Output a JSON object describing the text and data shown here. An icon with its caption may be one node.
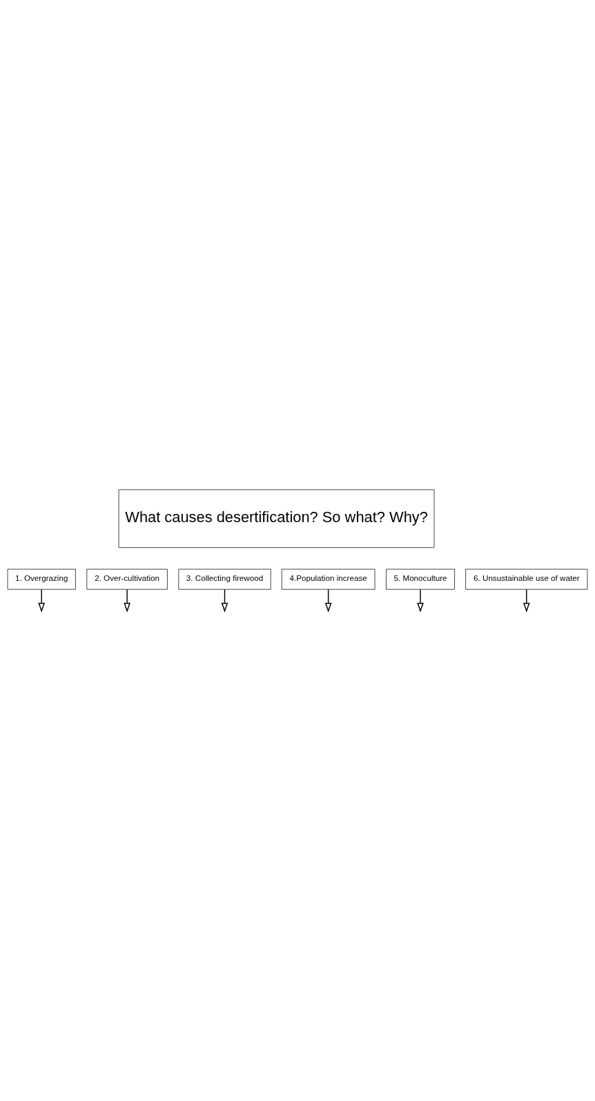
{
  "diagram": {
    "nodes": [
      {
        "text": [
          "What causes desertification? So what? Why?"
        ]
      },
      {
        "text": [
          "1. Overgrazing"
        ]
      },
      {
        "text": [
          "2. Over-cultivation"
        ]
      },
      {
        "text": [
          "3. Collecting firewood"
        ]
      },
      {
        "text": [
          "4.Population increase"
        ]
      },
      {
        "text": [
          "5. Monoculture"
        ]
      },
      {
        "text": [
          "6. Unsustainable use of water"
        ]
      }
    ],
    "edges": [
      {
        "from": 1,
        "to": null,
        "arrow": "to"
      },
      {
        "from": 2,
        "to": null,
        "arrow": "to"
      },
      {
        "from": 3,
        "to": null,
        "arrow": "to"
      },
      {
        "from": 4,
        "to": null,
        "arrow": "to"
      },
      {
        "from": 5,
        "to": null,
        "arrow": "to"
      },
      {
        "from": 6,
        "to": null,
        "arrow": "to"
      }
    ]
  }
}
